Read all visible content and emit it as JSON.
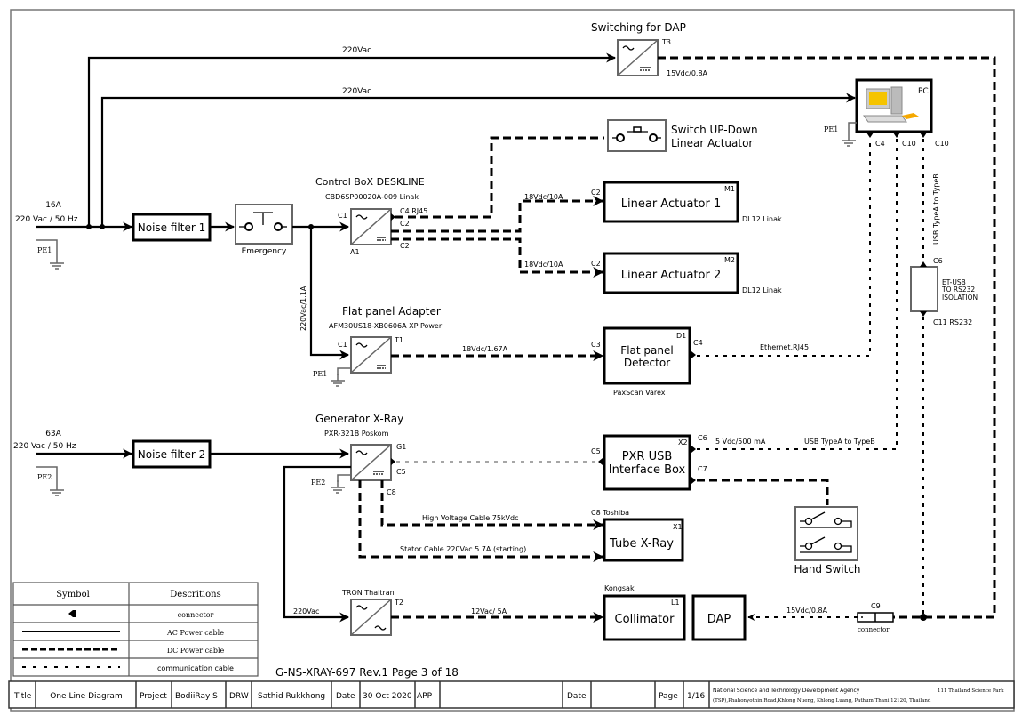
{
  "diagram": {
    "doc_id": "G-NS-XRAY-697 Rev.1 Page 3 of 18",
    "supply1": {
      "current": "16A",
      "voltage": "220 Vac / 50 Hz",
      "pe": "PE1"
    },
    "supply2": {
      "current": "63A",
      "voltage": "220 Vac / 50 Hz",
      "pe": "PE2"
    },
    "noise_filter_1": "Noise filter 1",
    "noise_filter_2": "Noise filter 2",
    "emergency": "Emergency",
    "ac_line_top": "220Vac",
    "ac_line_pc": "220Vac",
    "ac_line_adapter": "220Vac/1.1A",
    "ac_line_tron": "220Vac",
    "switching_dap": {
      "title": "Switching for DAP",
      "ref": "T3",
      "output": "15Vdc/0.8A"
    },
    "pc": {
      "label": "PC",
      "pe": "PE1",
      "c4": "C4",
      "c10a": "C10",
      "c10b": "C10",
      "usb_label": "USB TypeA to TypeB"
    },
    "switch_updown": {
      "line1": "Switch UP-Down",
      "line2": "Linear Actuator"
    },
    "control_box": {
      "title": "Control BoX DESKLINE",
      "model": "CBD6SP00020A-009  Linak",
      "in": "C1",
      "ref": "A1",
      "c4": "C4 RJ45",
      "c2a": "C2",
      "c2b": "C2"
    },
    "actuator1": {
      "label": "Linear Actuator 1",
      "ref": "M1",
      "in": "C2",
      "model": "DL12 Linak",
      "supply": "18Vdc/10A"
    },
    "actuator2": {
      "label": "Linear Actuator 2",
      "ref": "M2",
      "in": "C2",
      "model": "DL12 Linak",
      "supply": "18Vdc/10A"
    },
    "adapter": {
      "title": "Flat panel Adapter",
      "model": "AFM30US18-XB0606A XP Power",
      "in": "C1",
      "ref": "T1",
      "pe": "PE1",
      "output": "18Vdc/1.67A"
    },
    "detector": {
      "line1": "Flat panel",
      "line2": "Detector",
      "ref": "D1",
      "in": "C3",
      "out": "C4",
      "model": "PaxScan Varex",
      "link": "Ethernet,RJ45"
    },
    "et_usb": {
      "line1": "ET-USB",
      "line2": "TO RS232",
      "line3": "ISOLATION",
      "top": "C6",
      "bottom": "C11 RS232"
    },
    "generator": {
      "title": "Generator X-Ray",
      "model": "PXR-321B Poskom",
      "ref": "G1",
      "c5": "C5",
      "c8": "C8",
      "pe": "PE2"
    },
    "pxr_usb": {
      "line1": "PXR USB",
      "line2": "Interface Box",
      "ref": "X2",
      "c5": "C5",
      "c6": "C6",
      "c7": "C7",
      "supply": "5 Vdc/500 mA",
      "usb": "USB TypeA to TypeB"
    },
    "tube": {
      "label": "Tube X-Ray",
      "ref": "X1",
      "in": "C8 Toshiba",
      "hv": "High Voltage Cable 75kVdc",
      "stator": "Stator Cable 220Vac 5.7A (starting)"
    },
    "hand_switch": "Hand Switch",
    "tron": {
      "title": "TRON Thaitran",
      "ref": "T2",
      "output": "12Vac/ 5A"
    },
    "collimator": {
      "label": "Collimator",
      "ref": "L1",
      "maker": "Kongsak"
    },
    "dap": {
      "label": "DAP",
      "supply": "15Vdc/0.8A",
      "connector_ref": "C9",
      "connector_label": "connector"
    }
  },
  "legend": {
    "headers": [
      "Symbol",
      "Descritions"
    ],
    "rows": [
      "connector",
      "AC Power cable",
      "DC Power cable",
      "communication cable"
    ]
  },
  "title_block": {
    "title_label": "Title",
    "title_value": "One Line Diagram",
    "project_label": "Project",
    "project_value": "BodiiRay S",
    "drw_label": "DRW",
    "drw_value": "Sathid Rukkhong",
    "date_label": "Date",
    "date_value": "30 Oct 2020",
    "app_label": "APP",
    "app_value": "",
    "date2_label": "Date",
    "date2_value": "",
    "page_label": "Page",
    "page_value": "1/16",
    "org_line1": "National Science and Technology Development Agency",
    "org_line1b": "111 Thailand Science Park",
    "org_line2": "(TSP),Phahonyothin Road,Khlong Nueng, Khlong Luang, Pathum Thani 12120, Thailand"
  }
}
